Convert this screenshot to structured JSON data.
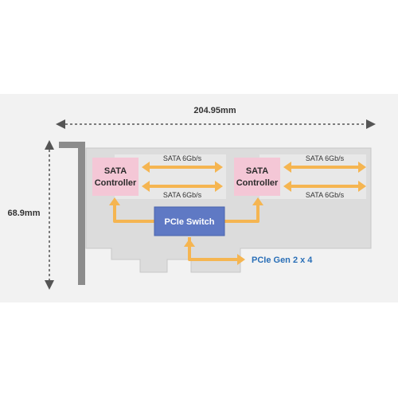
{
  "dimensions": {
    "width_label": "204.95mm",
    "height_label": "68.9mm"
  },
  "controllers": [
    {
      "label_line1": "SATA",
      "label_line2": "Controller"
    },
    {
      "label_line1": "SATA",
      "label_line2": "Controller"
    }
  ],
  "links": {
    "c1_top": "SATA 6Gb/s",
    "c1_bottom": "SATA 6Gb/s",
    "c2_top": "SATA 6Gb/s",
    "c2_bottom": "SATA 6Gb/s"
  },
  "switch": {
    "label": "PCIe Switch"
  },
  "host": {
    "label": "PCIe Gen 2 x 4"
  },
  "colors": {
    "background_band": "#f2f2f2",
    "card": "#dcdcdc",
    "bracket": "#8c8c8c",
    "controller_fill": "#f4c7d6",
    "controller_text": "#2b2b2b",
    "switch_fill": "#5f79c4",
    "switch_text": "#ffffff",
    "arrow": "#f5b551",
    "host_text": "#2a6fb7",
    "dimension_line": "#555555"
  }
}
